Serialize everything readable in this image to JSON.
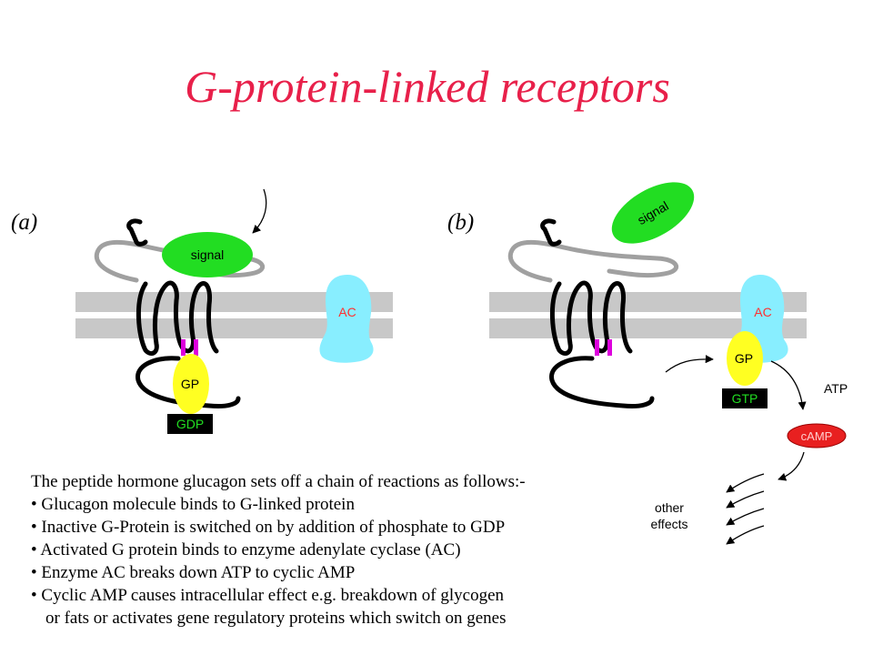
{
  "title": "G-protein-linked receptors",
  "panels": {
    "a": {
      "label": "(a)",
      "signal": "signal",
      "ac": "AC",
      "gp": "GP",
      "gdp": "GDP"
    },
    "b": {
      "label": "(b)",
      "signal": "signal",
      "ac": "AC",
      "gp": "GP",
      "gtp": "GTP",
      "atp": "ATP",
      "camp": "cAMP",
      "other_effects_line1": "other",
      "other_effects_line2": "effects"
    }
  },
  "body": {
    "intro": "The peptide hormone glucagon sets off a chain of reactions as follows:-",
    "bullets": [
      "•  Glucagon molecule binds to G-linked protein",
      "•  Inactive G-Protein is switched on by addition of phosphate to GDP",
      "• Activated G protein binds to enzyme adenylate cyclase (AC)",
      "• Enzyme AC breaks down ATP to cyclic AMP",
      "• Cyclic AMP causes intracellular effect e.g. breakdown of glycogen"
    ],
    "continuation": "or fats or activates gene regulatory proteins which switch on genes"
  },
  "colors": {
    "title": "#e8204a",
    "membrane": "#c8c8c8",
    "signal": "#22dd22",
    "ac": "#88eeff",
    "gp": "#ffff22",
    "phosphate_pins": "#dd00dd",
    "camp": "#e82020",
    "ac_label": "#ff3030",
    "gdp_gtp_text": "#22dd22",
    "gdp_gtp_box": "#000000"
  }
}
